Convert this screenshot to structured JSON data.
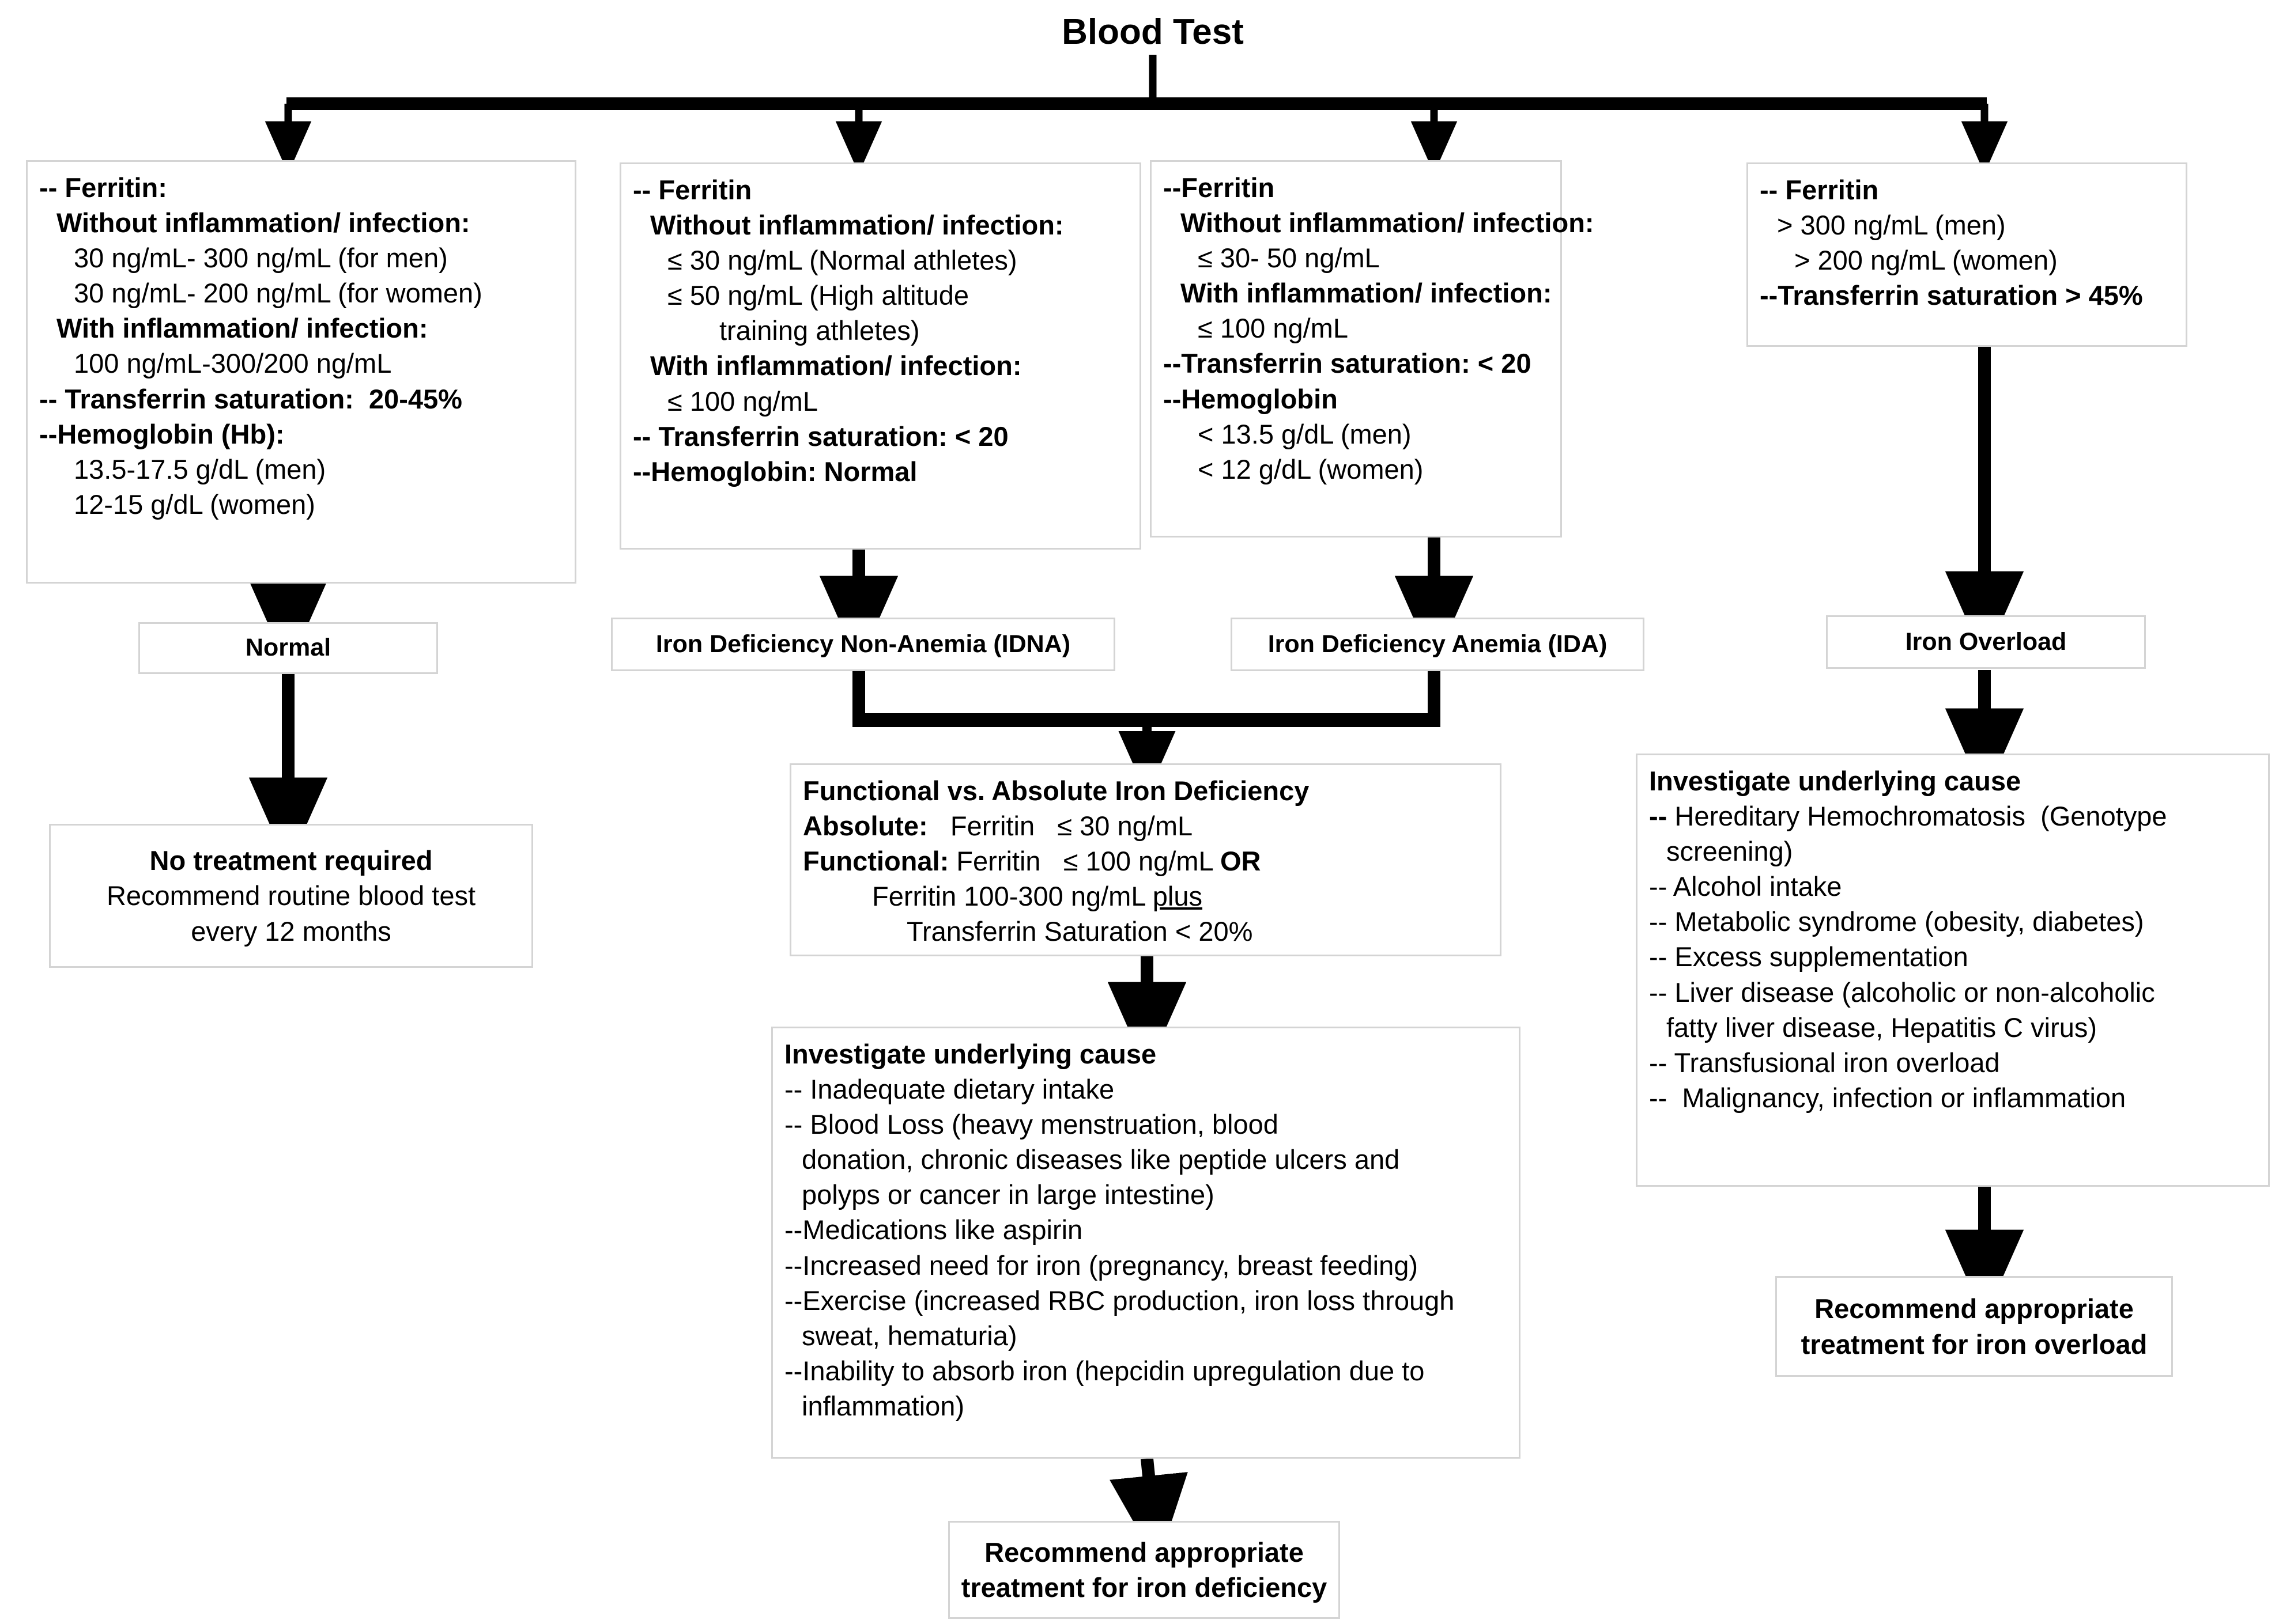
{
  "diagram": {
    "title": "Blood Test",
    "type": "flowchart",
    "accent_color": "#000000",
    "box_border_color": "#d4d4d4",
    "background": "#ffffff"
  },
  "criteria_boxes": [
    {
      "id": "normal-criteria",
      "lines": [
        {
          "text": "-- Ferritin:",
          "bold": true,
          "indent": 0
        },
        {
          "text": "Without inflammation/ infection:",
          "bold": true,
          "indent": 1
        },
        {
          "text": "30 ng/mL- 300 ng/mL (for men)",
          "bold": false,
          "indent": 2
        },
        {
          "text": "30 ng/mL- 200 ng/mL (for women)",
          "bold": false,
          "indent": 2
        },
        {
          "text": "With inflammation/ infection:",
          "bold": true,
          "indent": 1
        },
        {
          "text": "100 ng/mL-300/200 ng/mL",
          "bold": false,
          "indent": 2
        },
        {
          "text": "-- Transferrin saturation:  20-45%",
          "bold": true,
          "indent": 0
        },
        {
          "text": "--Hemoglobin (Hb):",
          "bold": true,
          "indent": 0
        },
        {
          "text": "13.5-17.5 g/dL (men)",
          "bold": false,
          "indent": 2
        },
        {
          "text": "12-15 g/dL (women)",
          "bold": false,
          "indent": 2
        }
      ]
    },
    {
      "id": "idna-criteria",
      "lines": [
        {
          "text": "-- Ferritin",
          "bold": true,
          "indent": 0
        },
        {
          "text": "Without inflammation/ infection:",
          "bold": true,
          "indent": 1
        },
        {
          "text": "≤ 30 ng/mL (Normal athletes)",
          "bold": false,
          "indent": 2
        },
        {
          "text": "≤ 50 ng/mL (High altitude",
          "bold": false,
          "indent": 2
        },
        {
          "text": "training athletes)",
          "bold": false,
          "indent": 5
        },
        {
          "text": "With inflammation/ infection:",
          "bold": true,
          "indent": 1
        },
        {
          "text": "≤ 100 ng/mL",
          "bold": false,
          "indent": 2
        },
        {
          "text": "-- Transferrin saturation: < 20",
          "bold": true,
          "indent": 0
        },
        {
          "text": "--Hemoglobin: Normal",
          "bold": true,
          "indent": 0
        }
      ]
    },
    {
      "id": "ida-criteria",
      "lines": [
        {
          "text": "--Ferritin",
          "bold": true,
          "indent": 0
        },
        {
          "text": "Without inflammation/ infection:",
          "bold": true,
          "indent": 1
        },
        {
          "text": "≤ 30- 50 ng/mL",
          "bold": false,
          "indent": 2
        },
        {
          "text": "With inflammation/ infection:",
          "bold": true,
          "indent": 1
        },
        {
          "text": "≤ 100 ng/mL",
          "bold": false,
          "indent": 2
        },
        {
          "text": "--Transferrin saturation: < 20",
          "bold": true,
          "indent": 0
        },
        {
          "text": "--Hemoglobin",
          "bold": true,
          "indent": 0
        },
        {
          "text": "< 13.5 g/dL (men)",
          "bold": false,
          "indent": 2
        },
        {
          "text": "< 12 g/dL (women)",
          "bold": false,
          "indent": 2
        }
      ]
    },
    {
      "id": "overload-criteria",
      "lines": [
        {
          "text": "-- Ferritin",
          "bold": true,
          "indent": 0
        },
        {
          "text": "> 300 ng/mL (men)",
          "bold": false,
          "indent": 1
        },
        {
          "text": "> 200 ng/mL (women)",
          "bold": false,
          "indent": 2
        },
        {
          "text": "--Transferrin saturation > 45%",
          "bold": true,
          "indent": 0
        }
      ]
    }
  ],
  "outcome_pills": [
    {
      "id": "pill-normal",
      "label": "Normal"
    },
    {
      "id": "pill-idna",
      "label": "Iron Deficiency Non-Anemia (IDNA)"
    },
    {
      "id": "pill-ida",
      "label": "Iron Deficiency Anemia (IDA)"
    },
    {
      "id": "pill-overload",
      "label": "Iron Overload"
    }
  ],
  "no_treatment_box": {
    "lines": [
      {
        "text": "No treatment required",
        "bold": true
      },
      {
        "text": "Recommend routine blood test",
        "bold": false
      },
      {
        "text": "every 12 months",
        "bold": false
      }
    ]
  },
  "functional_absolute_box": {
    "lines": [
      {
        "text": "Functional vs. Absolute Iron Deficiency",
        "bold": true,
        "indent": 0
      },
      {
        "text": "Absolute:   Ferritin   ≤ 30 ng/mL",
        "bold": false,
        "indent": 0,
        "bold_prefix": "Absolute:"
      },
      {
        "text": "Functional: Ferritin   ≤ 100 ng/mL OR",
        "bold": false,
        "indent": 0,
        "bold_prefix": "Functional:",
        "bold_suffix": "OR"
      },
      {
        "text": "Ferritin 100-300 ng/mL plus",
        "bold": false,
        "indent": 4,
        "underline_word": "plus"
      },
      {
        "text": "Transferrin Saturation < 20%",
        "bold": false,
        "indent": 6
      }
    ]
  },
  "deficiency_causes_box": {
    "heading": "Investigate underlying cause",
    "lines": [
      {
        "text": "-- Inadequate dietary intake",
        "indent": 0
      },
      {
        "text": "-- Blood Loss (heavy menstruation, blood",
        "indent": 0
      },
      {
        "text": "donation, chronic diseases like peptide ulcers and",
        "indent": 1
      },
      {
        "text": "polyps or cancer in large intestine)",
        "indent": 1
      },
      {
        "text": "--Medications like aspirin",
        "indent": 0
      },
      {
        "text": "--Increased need for iron (pregnancy, breast feeding)",
        "indent": 0
      },
      {
        "text": "--Exercise (increased RBC production, iron loss through",
        "indent": 0
      },
      {
        "text": "sweat, hematuria)",
        "indent": 1
      },
      {
        "text": "--Inability to absorb iron (hepcidin upregulation due to",
        "indent": 0
      },
      {
        "text": "inflammation)",
        "indent": 1
      }
    ]
  },
  "overload_causes_box": {
    "heading": "Investigate underlying cause",
    "lines": [
      {
        "text": "-- Hereditary Hemochromatosis  (Genotype",
        "indent": 0,
        "bold_prefix": "--"
      },
      {
        "text": "screening)",
        "indent": 1
      },
      {
        "text": "-- Alcohol intake",
        "indent": 0
      },
      {
        "text": "-- Metabolic syndrome (obesity, diabetes)",
        "indent": 0
      },
      {
        "text": "-- Excess supplementation",
        "indent": 0
      },
      {
        "text": "-- Liver disease (alcoholic or non-alcoholic",
        "indent": 0
      },
      {
        "text": "fatty liver disease, Hepatitis C virus)",
        "indent": 1
      },
      {
        "text": "-- Transfusional iron overload",
        "indent": 0
      },
      {
        "text": "--  Malignancy, infection or inflammation",
        "indent": 0
      }
    ]
  },
  "treatment_boxes": [
    {
      "id": "treat-deficiency",
      "lines": [
        "Recommend appropriate",
        "treatment for iron deficiency"
      ]
    },
    {
      "id": "treat-overload",
      "lines": [
        "Recommend appropriate",
        "treatment for iron overload"
      ]
    }
  ]
}
